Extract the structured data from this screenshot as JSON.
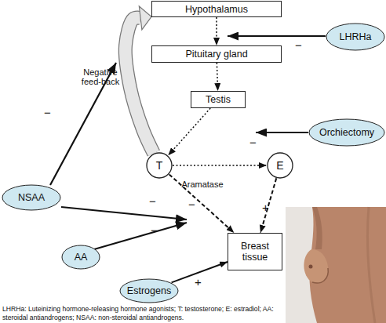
{
  "diagram": {
    "nodes": [
      {
        "text": [
          "Hypothalamus"
        ]
      },
      {
        "text": [
          "LHRHa"
        ]
      },
      {
        "text": [
          "Pituitary gland"
        ]
      },
      {
        "text": [
          "Testis"
        ]
      },
      {
        "text": [
          "Orchiectomy"
        ]
      },
      {
        "text": [
          "T"
        ]
      },
      {
        "text": [
          "E"
        ]
      },
      {
        "text": [
          "NSAA"
        ]
      },
      {
        "text": [
          "Breast tissue"
        ]
      },
      {
        "text": [
          "AA"
        ]
      },
      {
        "text": [
          "Estrogens"
        ]
      }
    ],
    "edges": [
      {
        "from": 0,
        "to": 2,
        "arrow": "to"
      },
      {
        "from": 2,
        "to": 3,
        "arrow": "to"
      },
      {
        "from": 3,
        "to": 5,
        "arrow": "to"
      },
      {
        "from": 5,
        "to": 6,
        "label": "Aramatase",
        "arrow": "to"
      },
      {
        "from": 5,
        "to": 8,
        "label": "−",
        "arrow": "to"
      },
      {
        "from": 6,
        "to": 8,
        "label": "+",
        "arrow": "to"
      },
      {
        "from": 10,
        "to": 8,
        "label": "+",
        "arrow": "to"
      },
      {
        "from": 5,
        "to": 0,
        "label": "Negative feed-back",
        "arrow": "to"
      }
    ],
    "labels": [
      "−",
      "−",
      "−",
      "−",
      "−",
      "LHRHa: Luteinizing hormone-releasing hormone agonists; T: testosterone; E: estradiol; AA: steroidal antiandrogens; NSAA: non-steroidal antiandrogens."
    ]
  }
}
